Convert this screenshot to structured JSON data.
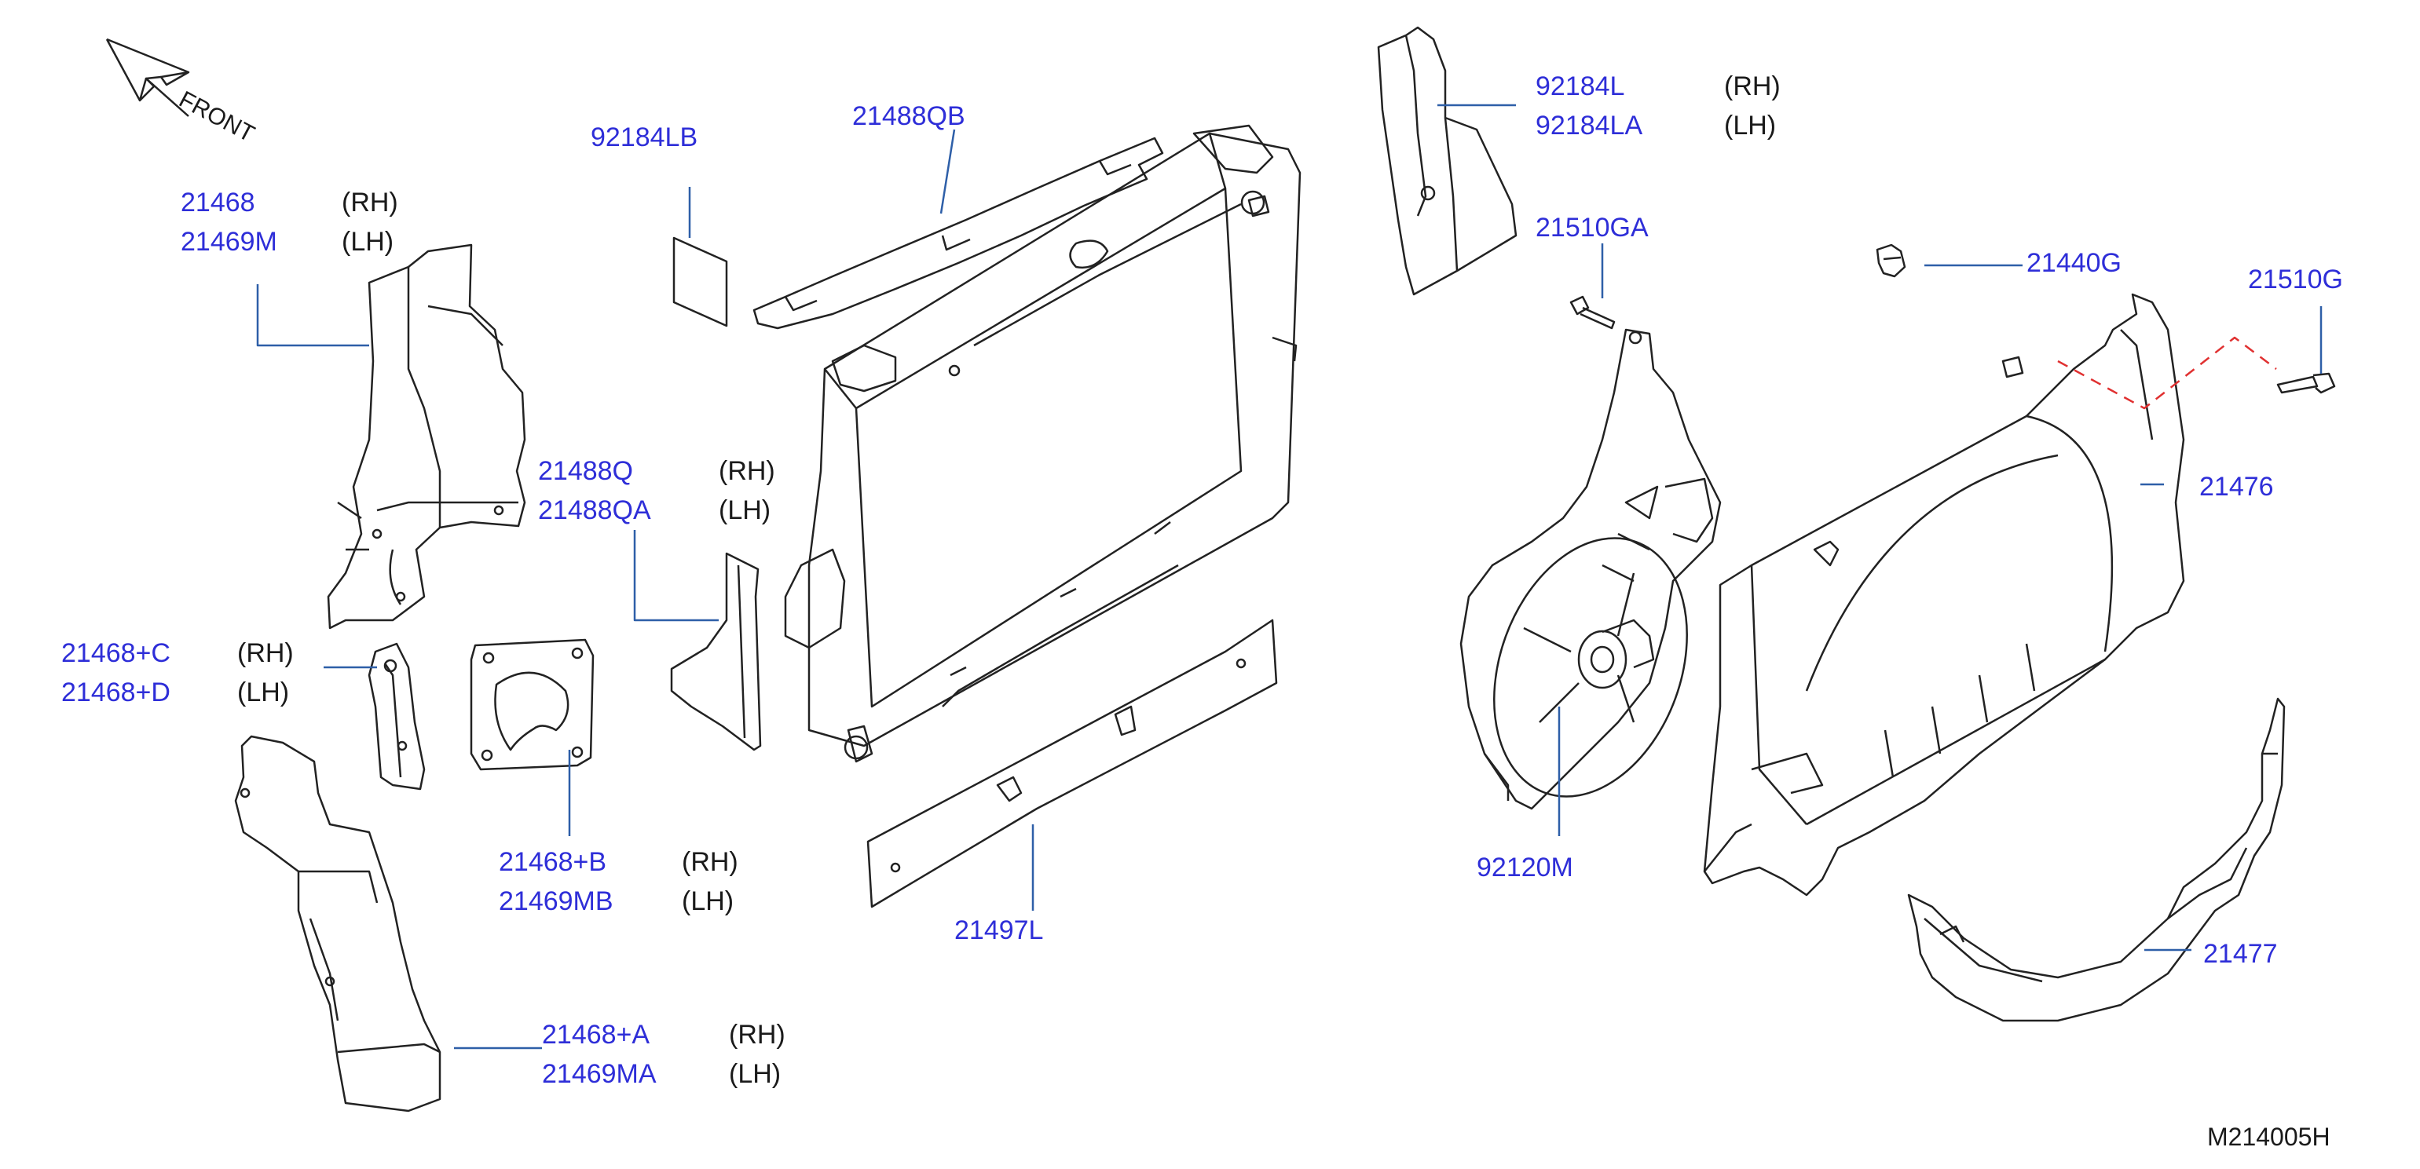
{
  "diagram": {
    "front_label": "FRONT",
    "reference_code": "M214005H",
    "colors": {
      "part_number": "#2e2ed8",
      "line": "#2e5fa8",
      "ink": "#222222",
      "dashed": "#e03030"
    },
    "parts": [
      {
        "id": "p21468",
        "number": "21468",
        "side": "(RH)"
      },
      {
        "id": "p21469M",
        "number": "21469M",
        "side": "(LH)"
      },
      {
        "id": "p92184LB",
        "number": "92184LB",
        "side": ""
      },
      {
        "id": "p21488QB",
        "number": "21488QB",
        "side": ""
      },
      {
        "id": "p92184L",
        "number": "92184L",
        "side": "(RH)"
      },
      {
        "id": "p92184LA",
        "number": "92184LA",
        "side": "(LH)"
      },
      {
        "id": "p21510GA",
        "number": "21510GA",
        "side": ""
      },
      {
        "id": "p21440G",
        "number": "21440G",
        "side": ""
      },
      {
        "id": "p21510G",
        "number": "21510G",
        "side": ""
      },
      {
        "id": "p21488Q",
        "number": "21488Q",
        "side": "(RH)"
      },
      {
        "id": "p21488QA",
        "number": "21488QA",
        "side": "(LH)"
      },
      {
        "id": "p21476",
        "number": "21476",
        "side": ""
      },
      {
        "id": "p21468C",
        "number": "21468+C",
        "side": "(RH)"
      },
      {
        "id": "p21468D",
        "number": "21468+D",
        "side": "(LH)"
      },
      {
        "id": "p21468B",
        "number": "21468+B",
        "side": "(RH)"
      },
      {
        "id": "p21469MB",
        "number": "21469MB",
        "side": "(LH)"
      },
      {
        "id": "p92120M",
        "number": "92120M",
        "side": ""
      },
      {
        "id": "p21497L",
        "number": "21497L",
        "side": ""
      },
      {
        "id": "p21477",
        "number": "21477",
        "side": ""
      },
      {
        "id": "p21468A",
        "number": "21468+A",
        "side": "(RH)"
      },
      {
        "id": "p21469MA",
        "number": "21469MA",
        "side": "(LH)"
      }
    ]
  }
}
